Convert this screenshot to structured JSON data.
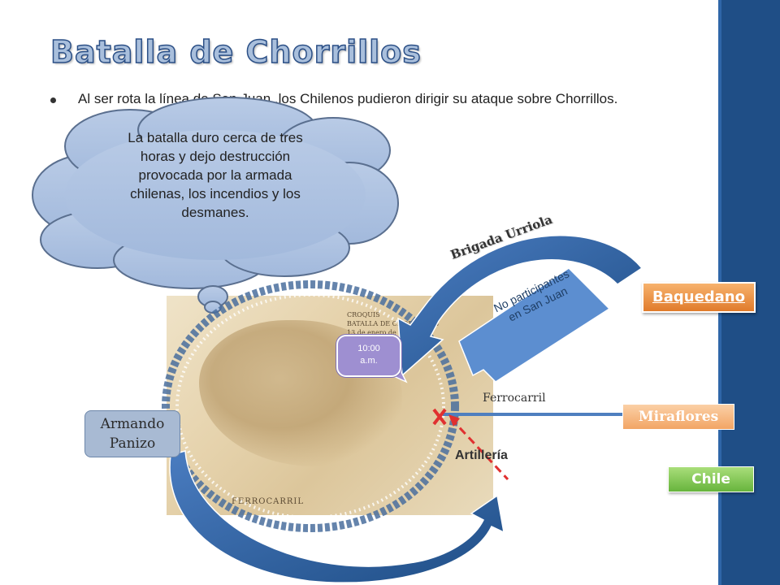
{
  "slide": {
    "title": "Batalla de Chorrillos",
    "bullet": "Al ser rota la línea de San Juan ,los Chilenos pudieron dirigir su ataque sobre Chorrillos.",
    "cloud_text": "La batalla duro cerca de tres horas y dejo destrucción provocada por la armada chilenas, los incendios y los desmanes."
  },
  "map": {
    "header_lines": [
      "CROQUIS",
      "BATALLA DE CHORRILLOS",
      "13 de enero de 1881"
    ],
    "rail_label": "FERROCARRIL"
  },
  "labels": {
    "baquedano": "Baquedano",
    "miraflores": "Miraflores",
    "chile": "Chile",
    "armando_panizo_line1": "Armando",
    "armando_panizo_line2": "Panizo",
    "time_line1": "10:00",
    "time_line2": "a.m.",
    "ferrocarril": "Ferrocarril",
    "brigada": "Brigada Urriola",
    "artilleria": "Artillería",
    "no_participantes_line1": "No participantes",
    "no_participantes_line2": "en San Juan"
  },
  "colors": {
    "sidebar": "#1f4e86",
    "arrow_blue": "#2f5f9e",
    "baquedano_orange": "#e07b2b",
    "chile_green": "#67b43d",
    "cross_red": "#e03030"
  }
}
